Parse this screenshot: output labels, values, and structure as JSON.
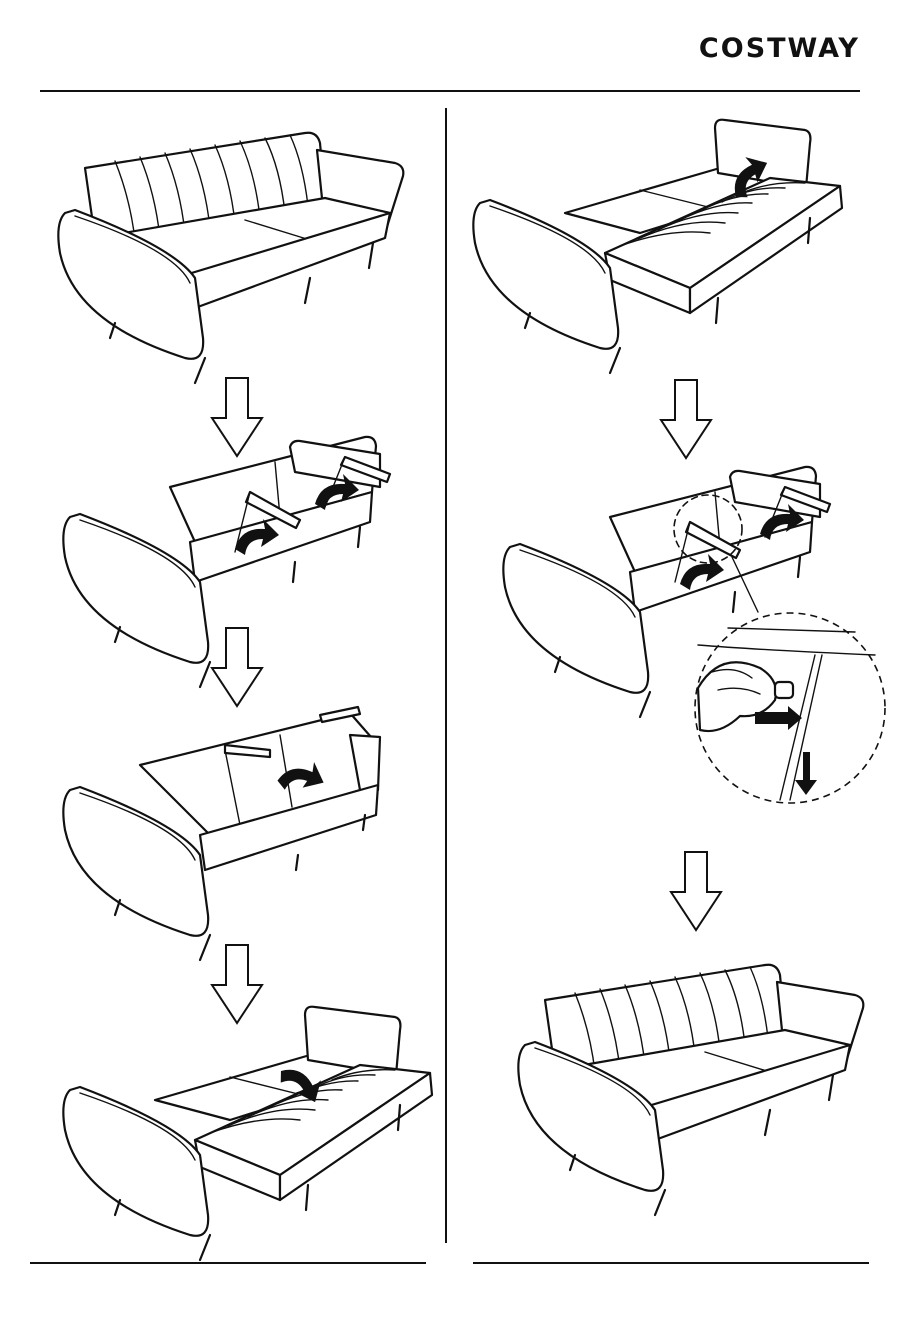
{
  "header": {
    "brand": "COSTWAY"
  },
  "steps": {
    "left_column": [
      "sofa-upright",
      "backrest-tilting",
      "support-bars-raised",
      "backrest-flattened"
    ],
    "right_column": [
      "bed-flat",
      "support-bars-released",
      "sofa-upright-final"
    ]
  },
  "icons": {
    "step_arrow": "down-arrow-outline",
    "rotation": "curved-arrow-black",
    "detail": "magnified-detail-circle"
  },
  "colors": {
    "ink": "#111111",
    "paper": "#ffffff"
  }
}
